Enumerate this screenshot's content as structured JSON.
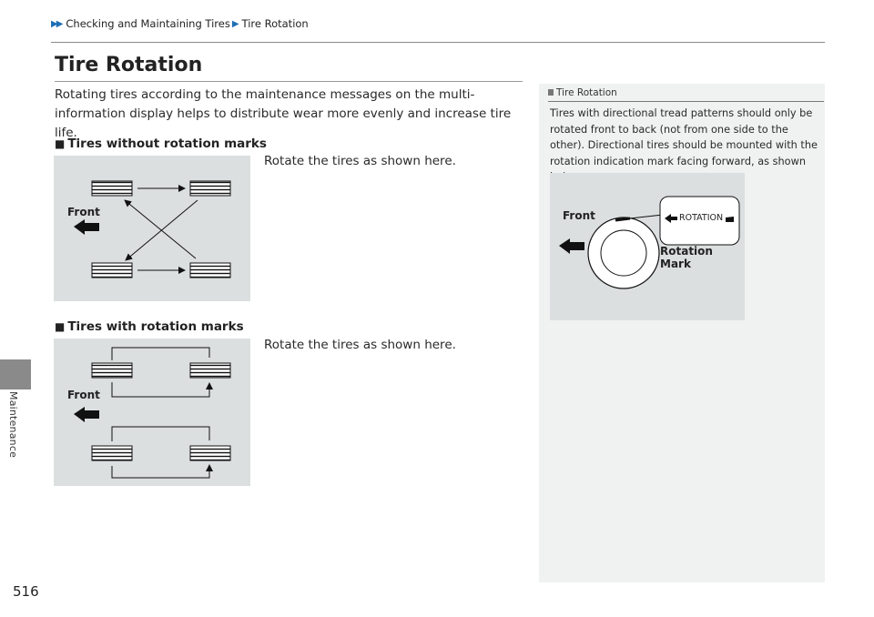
{
  "breadcrumb": {
    "section": "Checking and Maintaining Tires",
    "page": "Tire Rotation"
  },
  "side_tab": {
    "label": "Maintenance"
  },
  "title": "Tire Rotation",
  "intro": "Rotating tires according to the maintenance messages on the multi-information display helps to distribute wear more evenly and increase tire life.",
  "sections": [
    {
      "heading": "Tires without rotation marks",
      "text": "Rotate the tires as shown here.",
      "front_label": "Front"
    },
    {
      "heading": "Tires with rotation marks",
      "text": "Rotate the tires as shown here.",
      "front_label": "Front"
    }
  ],
  "sidebar": {
    "heading": "Tire Rotation",
    "text": "Tires with directional tread patterns should only be rotated front to back (not from one side to the other). Directional tires should be mounted with the rotation indication mark facing forward, as shown below.",
    "diagram": {
      "front_label": "Front",
      "mark_text": "ROTATION",
      "mark_label": "Rotation Mark"
    }
  },
  "page_number": "516",
  "colors": {
    "accent_blue": "#1e6fb4",
    "diagram_bg": "#dcdfe0",
    "sidebar_bg": "#f0f1f1",
    "side_tab": "#8a8a8a"
  }
}
